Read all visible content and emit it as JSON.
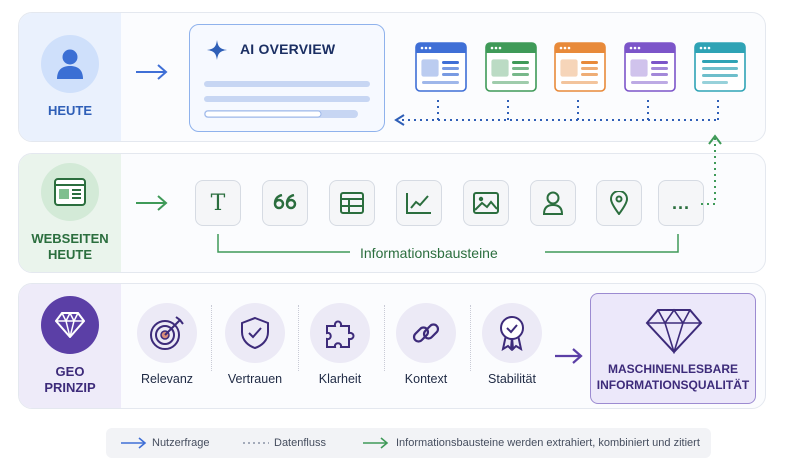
{
  "rows": {
    "heute": {
      "label": "HEUTE",
      "icon": "user-icon",
      "color": "#2f5fb7"
    },
    "webseiten": {
      "label_line1": "WEBSEITEN",
      "label_line2": "HEUTE",
      "icon": "webpage-icon",
      "color": "#2b6e3e"
    },
    "geo": {
      "label_line1": "GEO",
      "label_line2": "PRINZIP",
      "icon": "diamond-icon",
      "color": "#5b3fa6"
    }
  },
  "ai_overview": {
    "title": "AI OVERVIEW",
    "icon": "sparkle-icon"
  },
  "source_cards": [
    {
      "color": "#3f6fd6",
      "icon": "webpage-card-icon"
    },
    {
      "color": "#3f9a58",
      "icon": "webpage-card-icon"
    },
    {
      "color": "#e88a3a",
      "icon": "webpage-card-icon"
    },
    {
      "color": "#7c55c9",
      "icon": "webpage-card-icon"
    },
    {
      "color": "#2fa3b5",
      "icon": "webpage-card-icon"
    }
  ],
  "building_blocks": {
    "label": "Informationsbausteine",
    "tiles": [
      {
        "icon": "text-icon",
        "glyph": "T"
      },
      {
        "icon": "quote-icon"
      },
      {
        "icon": "table-icon"
      },
      {
        "icon": "line-chart-icon"
      },
      {
        "icon": "image-icon"
      },
      {
        "icon": "person-icon"
      },
      {
        "icon": "location-pin-icon"
      },
      {
        "icon": "more-icon",
        "glyph": "..."
      }
    ]
  },
  "criteria": [
    {
      "label": "Relevanz",
      "icon": "target-icon"
    },
    {
      "label": "Vertrauen",
      "icon": "shield-check-icon"
    },
    {
      "label": "Klarheit",
      "icon": "puzzle-icon"
    },
    {
      "label": "Kontext",
      "icon": "link-icon"
    },
    {
      "label": "Stabilität",
      "icon": "badge-icon"
    }
  ],
  "result": {
    "line1": "MASCHINENLESBARE",
    "line2": "INFORMATIONSQUALITÄT",
    "icon": "diamond-outline-icon"
  },
  "legend": {
    "nutzerfrage": "Nutzerfrage",
    "datenfluss": "Datenfluss",
    "extraktion": "Informationsbausteine werden extrahiert, kombiniert und zitiert"
  },
  "colors": {
    "blue": "#2f5fb7",
    "green": "#2b6e3e",
    "purple": "#5b3fa6"
  }
}
